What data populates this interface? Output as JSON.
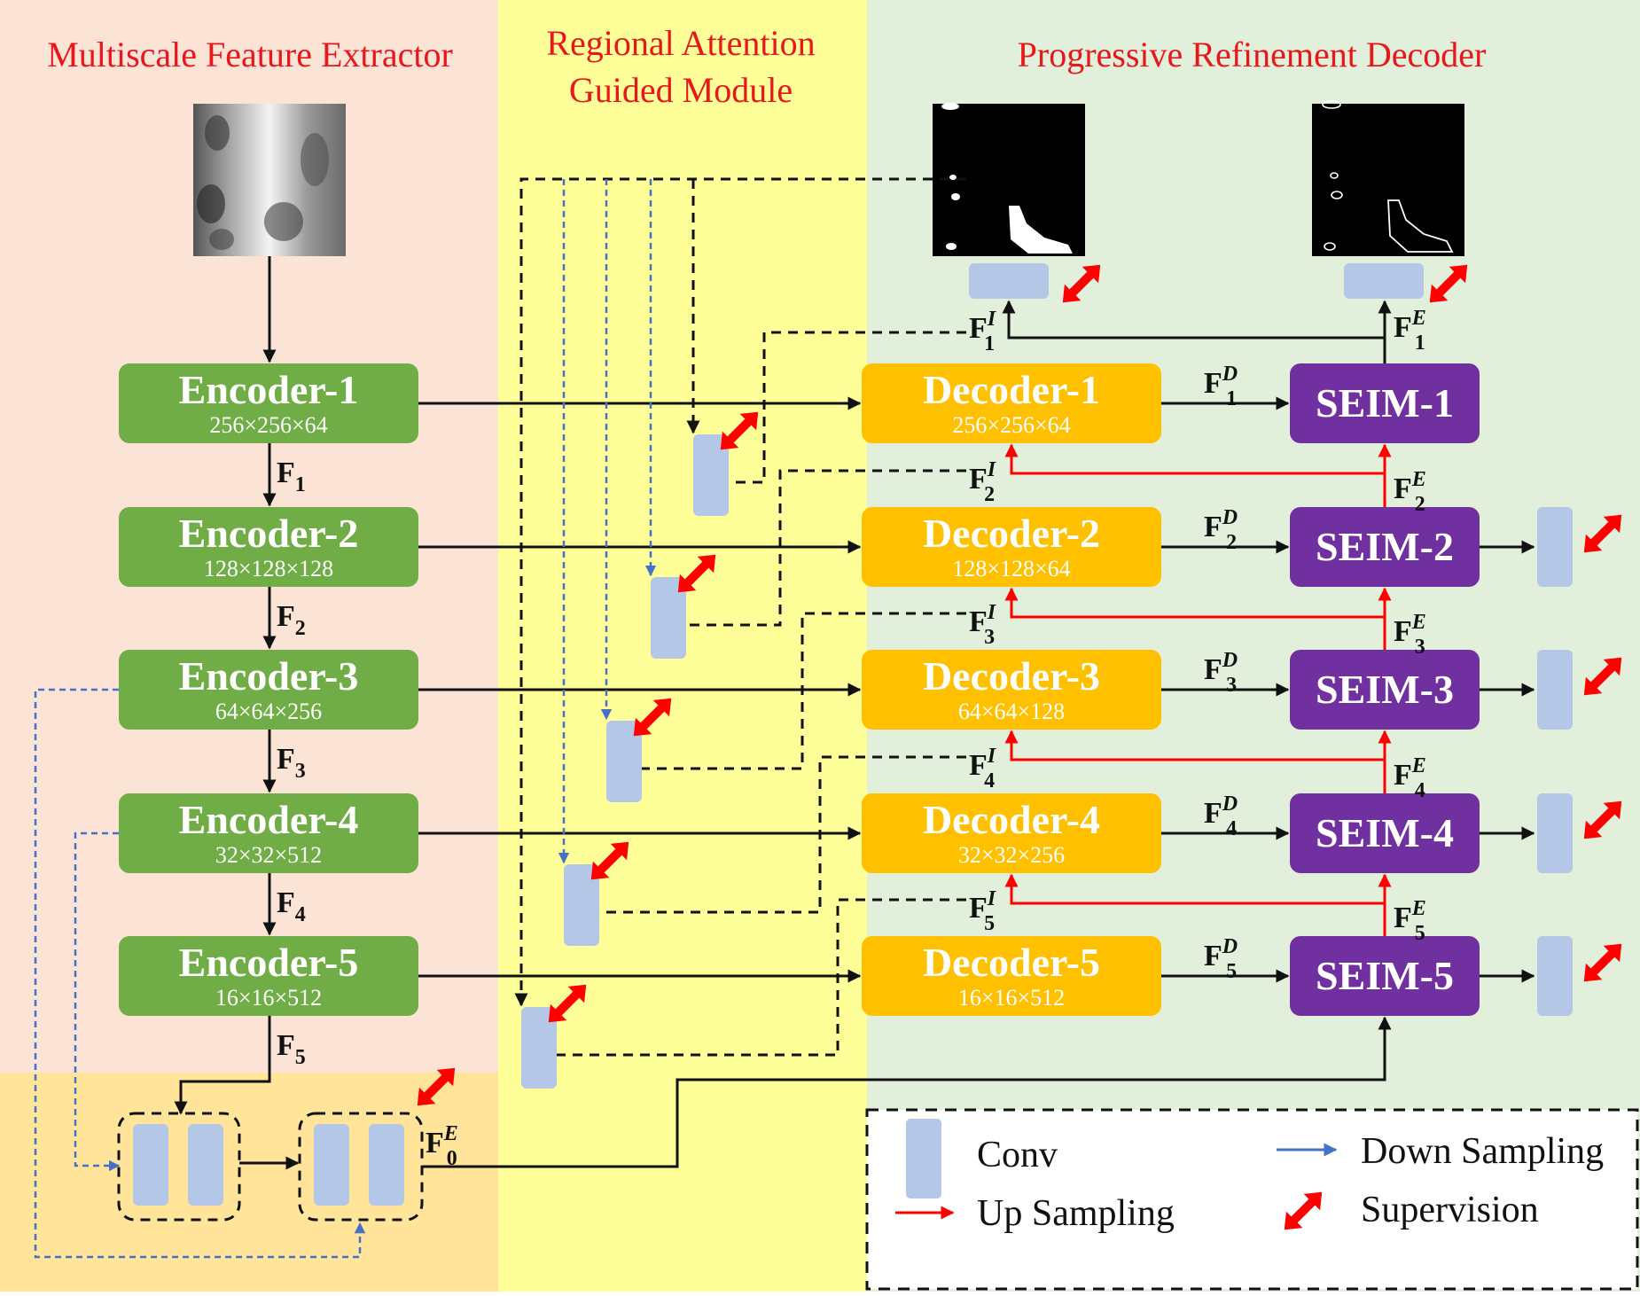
{
  "sections": {
    "extractor_title": "Multiscale Feature Extractor",
    "attention_title_line1": "Regional Attention",
    "attention_title_line2": "Guided Module",
    "decoder_title": "Progressive Refinement Decoder"
  },
  "encoders": [
    {
      "name": "Encoder-1",
      "dims": "256×256×64"
    },
    {
      "name": "Encoder-2",
      "dims": "128×128×128"
    },
    {
      "name": "Encoder-3",
      "dims": "64×64×256"
    },
    {
      "name": "Encoder-4",
      "dims": "32×32×512"
    },
    {
      "name": "Encoder-5",
      "dims": "16×16×512"
    }
  ],
  "decoders": [
    {
      "name": "Decoder-1",
      "dims": "256×256×64"
    },
    {
      "name": "Decoder-2",
      "dims": "128×128×64"
    },
    {
      "name": "Decoder-3",
      "dims": "64×64×128"
    },
    {
      "name": "Decoder-4",
      "dims": "32×32×256"
    },
    {
      "name": "Decoder-5",
      "dims": "16×16×512"
    }
  ],
  "seims": [
    "SEIM-1",
    "SEIM-2",
    "SEIM-3",
    "SEIM-4",
    "SEIM-5"
  ],
  "features": {
    "F": [
      "F",
      "F",
      "F",
      "F",
      "F"
    ],
    "F_sub": [
      "1",
      "2",
      "3",
      "4",
      "5"
    ],
    "FD_sup": "D",
    "FI_sup": "I",
    "FE_sup": "E",
    "F0E_sub": "0"
  },
  "legend": {
    "conv": "Conv",
    "down": "Down Sampling",
    "up": "Up Sampling",
    "supervision": "Supervision"
  },
  "colors": {
    "extractor_bg": "#fbe3d6",
    "attention_bg": "#ffff99",
    "decoder_bg": "#e2efda",
    "bottom_bg": "#ffe49a",
    "encoder": "#70ad47",
    "decoder": "#ffc000",
    "seim": "#7030a0",
    "conv": "#b4c7e7",
    "title": "#e8171c",
    "up_arrow": "#ff0000",
    "down_arrow": "#4472c4",
    "supervision": "#ff0000"
  }
}
